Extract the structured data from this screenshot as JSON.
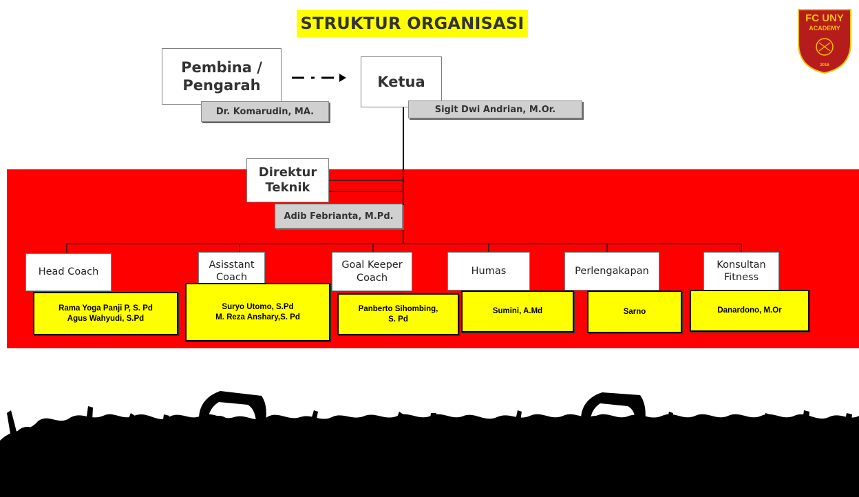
{
  "title": "STRUKTUR ORGANISASI",
  "logo": {
    "top_text": "FC UNY",
    "sub_text": "ACADEMY",
    "year": "2016",
    "colors": {
      "shield": "#b71c1c",
      "trim": "#f2c200"
    }
  },
  "band_color": "#ff0000",
  "highlight_color": "#ffff00",
  "pembina": {
    "label_line1": "Pembina /",
    "label_line2": "Pengarah",
    "person": "Dr. Komarudin, MA."
  },
  "ketua": {
    "label": "Ketua",
    "person": "Sigit Dwi Andrian, M.Or."
  },
  "direktur": {
    "label_line1": "Direktur",
    "label_line2": "Teknik",
    "person": "Adib Febrianta, M.Pd."
  },
  "roles": [
    {
      "label_line1": "Head Coach",
      "label_line2": "",
      "persons": [
        "Rama Yoga Panji P, S. Pd",
        "Agus Wahyudi, S.Pd"
      ]
    },
    {
      "label_line1": "Asisstant",
      "label_line2": "Coach",
      "persons": [
        "Suryo Utomo, S.Pd",
        "M. Reza Anshary,S. Pd"
      ]
    },
    {
      "label_line1": "Goal Keeper",
      "label_line2": "Coach",
      "persons": [
        "Panberto Sihombing,",
        "S. Pd"
      ]
    },
    {
      "label_line1": "Humas",
      "label_line2": "",
      "persons": [
        "Sumini, A.Md"
      ]
    },
    {
      "label_line1": "Perlengakapan",
      "label_line2": "",
      "persons": [
        "Sarno"
      ]
    },
    {
      "label_line1": "Konsultan",
      "label_line2": "Fitness",
      "persons": [
        "Danardono, M.Or"
      ]
    }
  ]
}
